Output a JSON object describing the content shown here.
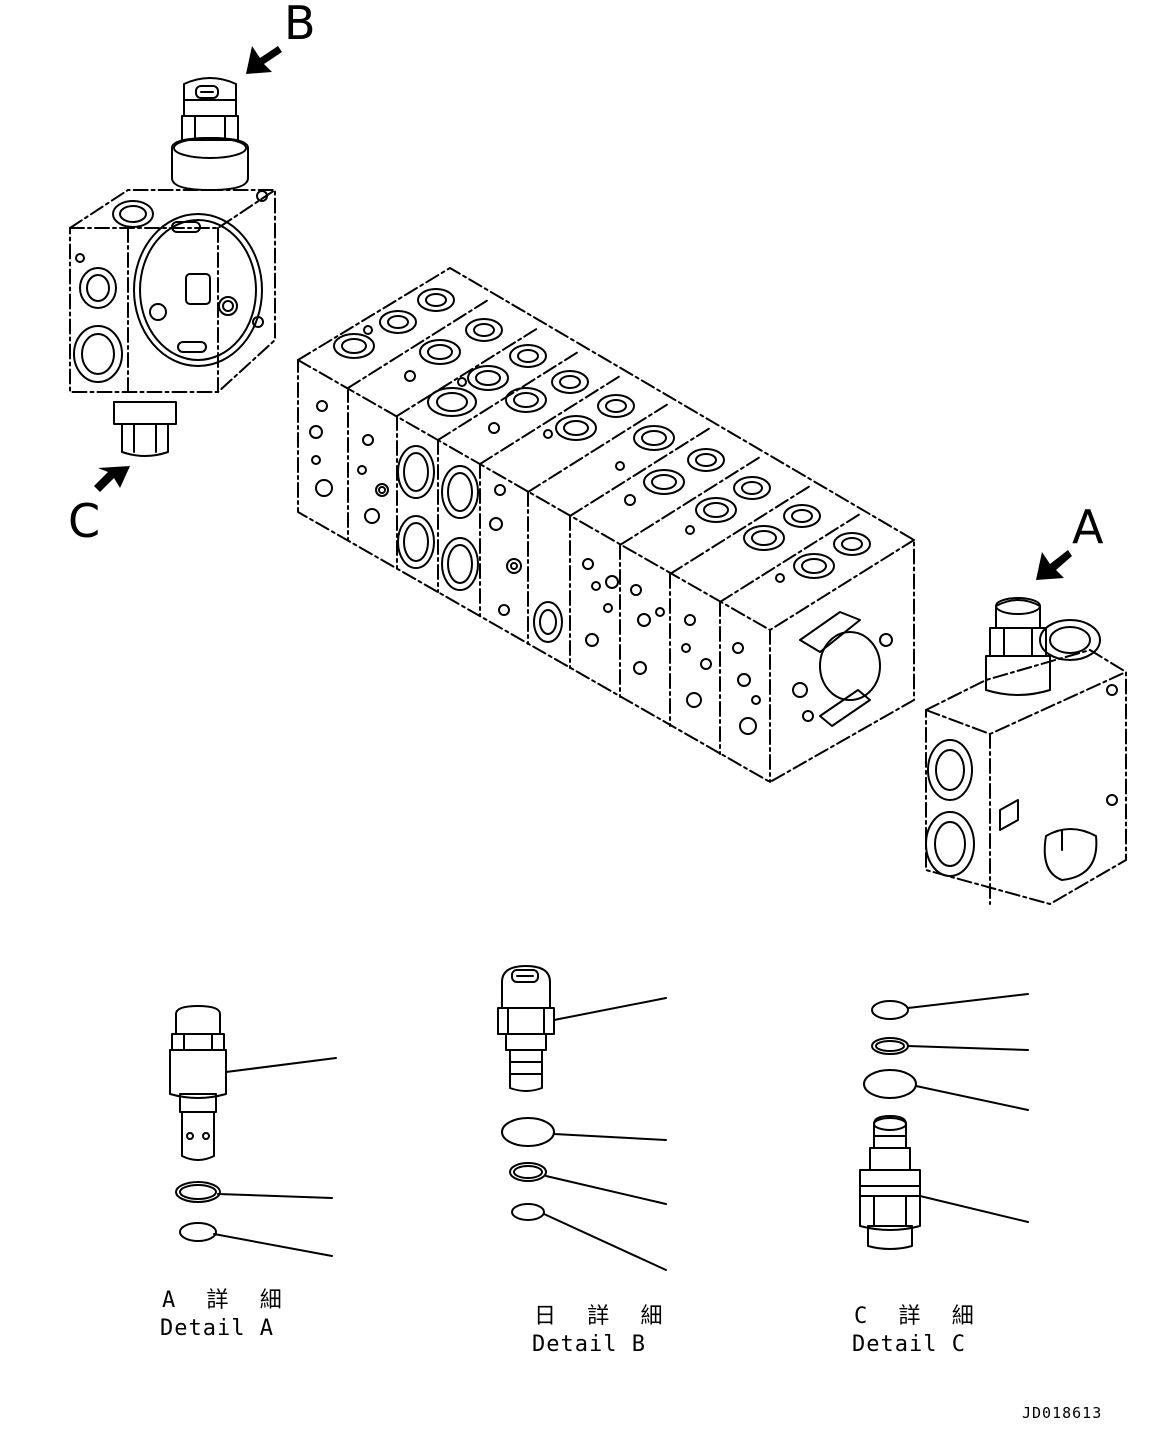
{
  "labels": {
    "view_a": "A",
    "view_b": "B",
    "view_c": "C"
  },
  "details": [
    {
      "jp": "A 詳 細",
      "en": "Detail A"
    },
    {
      "jp": "日 詳 細",
      "en": "Detail B"
    },
    {
      "jp": "C 詳 細",
      "en": "Detail C"
    }
  ],
  "drawing_code": "JD018613"
}
